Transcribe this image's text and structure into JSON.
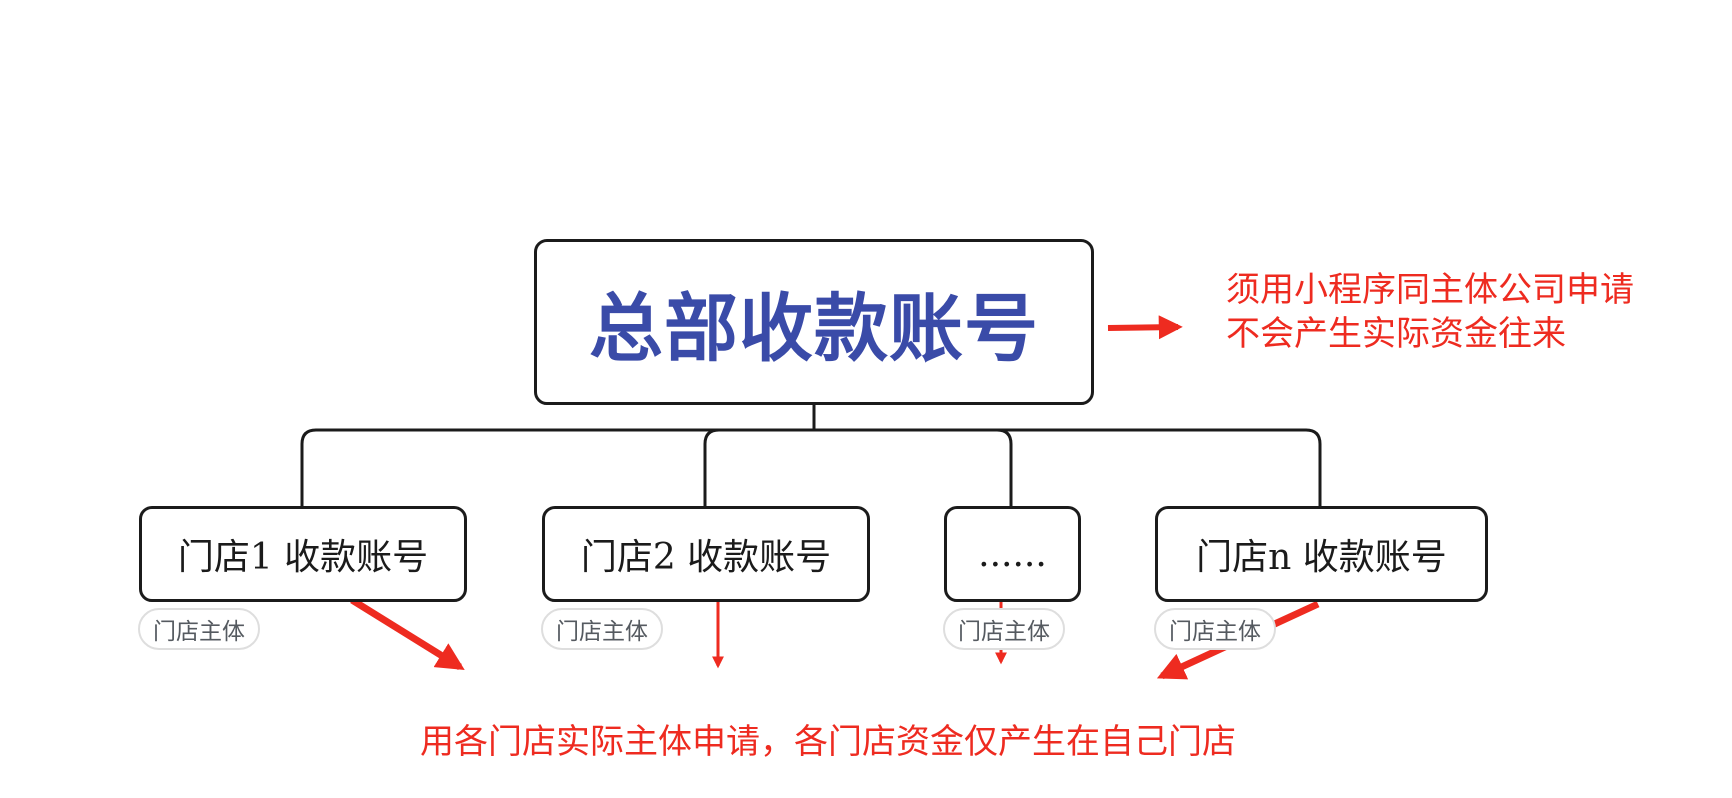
{
  "diagram": {
    "root": {
      "label": "总部收款账号"
    },
    "children": [
      {
        "label": "门店1 收款账号",
        "tag": "门店主体"
      },
      {
        "label": "门店2 收款账号",
        "tag": "门店主体"
      },
      {
        "label": "......",
        "tag": "门店主体"
      },
      {
        "label": "门店n 收款账号",
        "tag": "门店主体"
      }
    ],
    "annotations": {
      "right_note": {
        "line1": "须用小程序同主体公司申请",
        "line2": "不会产生实际资金往来"
      },
      "bottom_note": "用各门店实际主体申请，各门店资金仅产生在自己门店"
    },
    "colors": {
      "root_text": "#3a4ba8",
      "annotation": "#ee2b20",
      "border": "#1b1b1b",
      "tag_border": "#dedede",
      "tag_text": "#555a60"
    }
  }
}
